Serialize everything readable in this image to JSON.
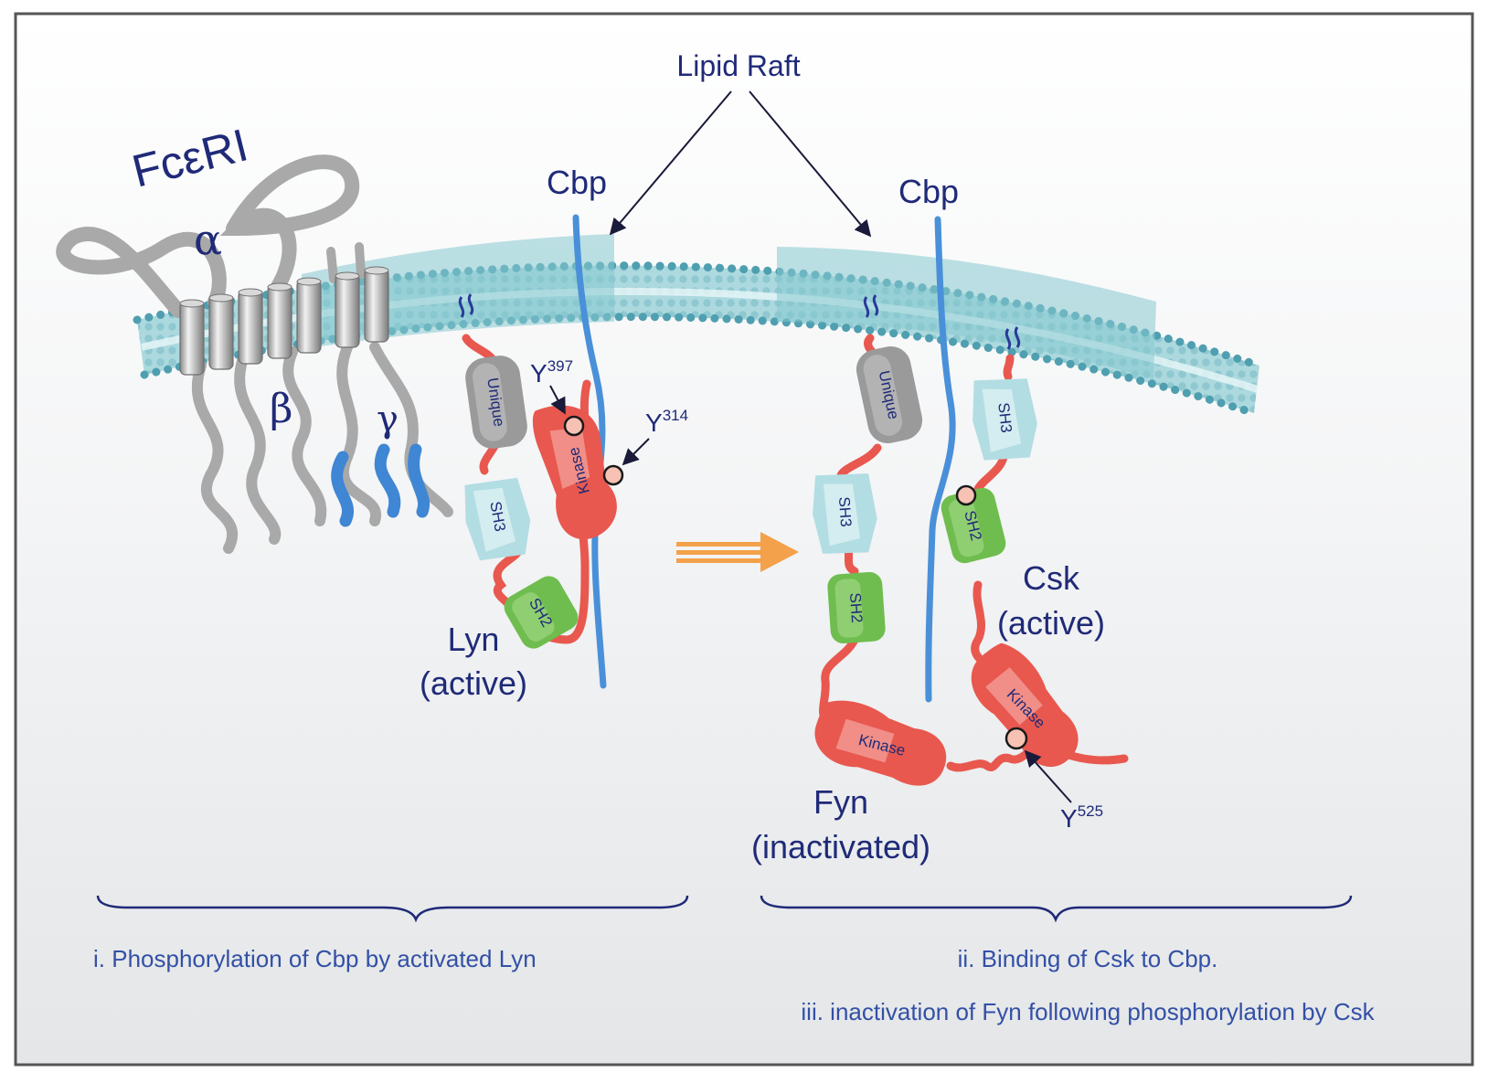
{
  "colors": {
    "navy": "#1f2a78",
    "caption_blue": "#3350a6",
    "membrane": "#7fc7cf",
    "cbp_blue": "#4a90d9",
    "kinase_red": "#e8584f",
    "sh2_green": "#6fbd4f",
    "sh3_cyan": "#b2dde3",
    "unique_gray": "#9a9a9a",
    "arrow_orange": "#f3a14a",
    "itam_blue": "#3f86d4"
  },
  "labels": {
    "lipid_raft": "Lipid Raft",
    "receptor": "FcεRI",
    "alpha": "α",
    "beta": "β",
    "gamma": "γ",
    "cbp_left": "Cbp",
    "cbp_right": "Cbp",
    "y397": "Y",
    "y397_sup": "397",
    "y314": "Y",
    "y314_sup": "314",
    "y525": "Y",
    "y525_sup": "525",
    "lyn_name": "Lyn",
    "lyn_state": "(active)",
    "csk_name": "Csk",
    "csk_state": "(active)",
    "fyn_name": "Fyn",
    "fyn_state": "(inactivated)"
  },
  "domains": {
    "unique": "Unique",
    "sh3": "SH3",
    "sh2": "SH2",
    "kinase": "Kinase"
  },
  "captions": {
    "step_i": "i. Phosphorylation of Cbp by activated Lyn",
    "step_ii": "ii. Binding of Csk to Cbp.",
    "step_iii": "iii. inactivation of Fyn following phosphorylation by Csk"
  }
}
